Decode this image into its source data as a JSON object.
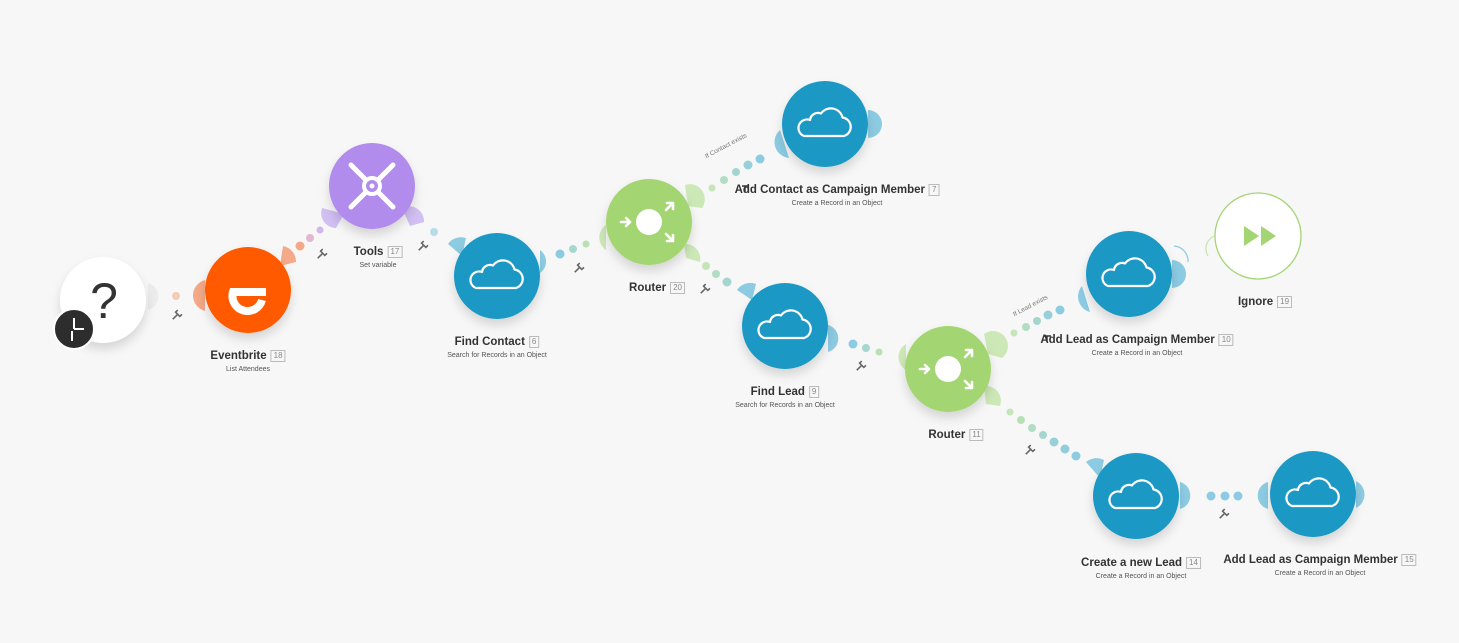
{
  "modules": [
    {
      "id": "trigger",
      "title": "",
      "number": "",
      "subtitle": ""
    },
    {
      "id": "eventbrite",
      "title": "Eventbrite",
      "number": "18",
      "subtitle": "List Attendees"
    },
    {
      "id": "tools",
      "title": "Tools",
      "number": "17",
      "subtitle": "Set variable"
    },
    {
      "id": "find-contact",
      "title": "Find Contact",
      "number": "6",
      "subtitle": "Search for Records in an Object"
    },
    {
      "id": "router-20",
      "title": "Router",
      "number": "20",
      "subtitle": ""
    },
    {
      "id": "add-contact-campaign",
      "title": "Add Contact as Campaign Member",
      "number": "7",
      "subtitle": "Create a Record in an Object"
    },
    {
      "id": "find-lead",
      "title": "Find Lead",
      "number": "9",
      "subtitle": "Search for Records in an Object"
    },
    {
      "id": "router-11",
      "title": "Router",
      "number": "11",
      "subtitle": ""
    },
    {
      "id": "add-lead-campaign-10",
      "title": "Add Lead as Campaign Member",
      "number": "10",
      "subtitle": "Create a Record in an Object"
    },
    {
      "id": "ignore",
      "title": "Ignore",
      "number": "19",
      "subtitle": ""
    },
    {
      "id": "create-lead",
      "title": "Create a new Lead",
      "number": "14",
      "subtitle": "Create a Record in an Object"
    },
    {
      "id": "add-lead-campaign-15",
      "title": "Add Lead as Campaign Member",
      "number": "15",
      "subtitle": "Create a Record in an Object"
    }
  ],
  "filters": {
    "contact_exists": "If Contact exists",
    "lead_exists": "If Lead exists"
  },
  "colors": {
    "background": "#f7f7f7",
    "eventbrite": "#ff5a00",
    "tools": "#b18cec",
    "salesforce": "#1a98c5",
    "router": "#a3d572",
    "ignore": "#a3d572",
    "trigger_badge": "#333333"
  }
}
